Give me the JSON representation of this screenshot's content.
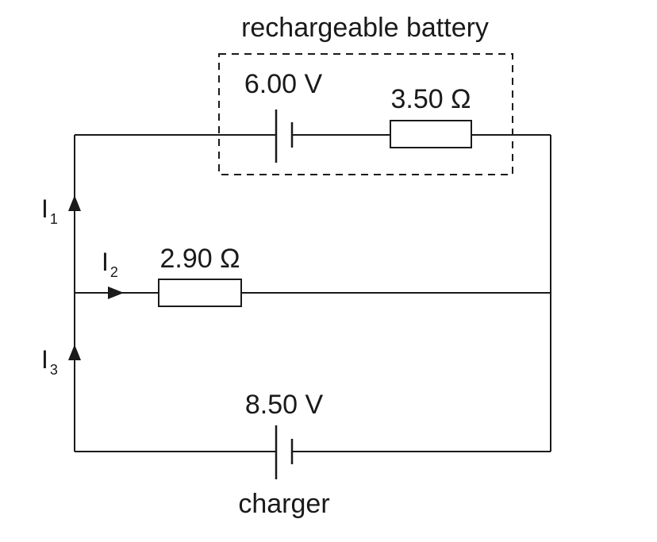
{
  "battery_box": {
    "label": "rechargeable battery"
  },
  "battery": {
    "emf": "6.00 V",
    "internal_resistance": "3.50 Ω"
  },
  "middle_branch": {
    "resistance": "2.90 Ω"
  },
  "charger": {
    "emf": "8.50 V",
    "label": "charger"
  },
  "currents": [
    {
      "symbol": "I",
      "subscript": "1"
    },
    {
      "symbol": "I",
      "subscript": "2"
    },
    {
      "symbol": "I",
      "subscript": "3"
    }
  ]
}
